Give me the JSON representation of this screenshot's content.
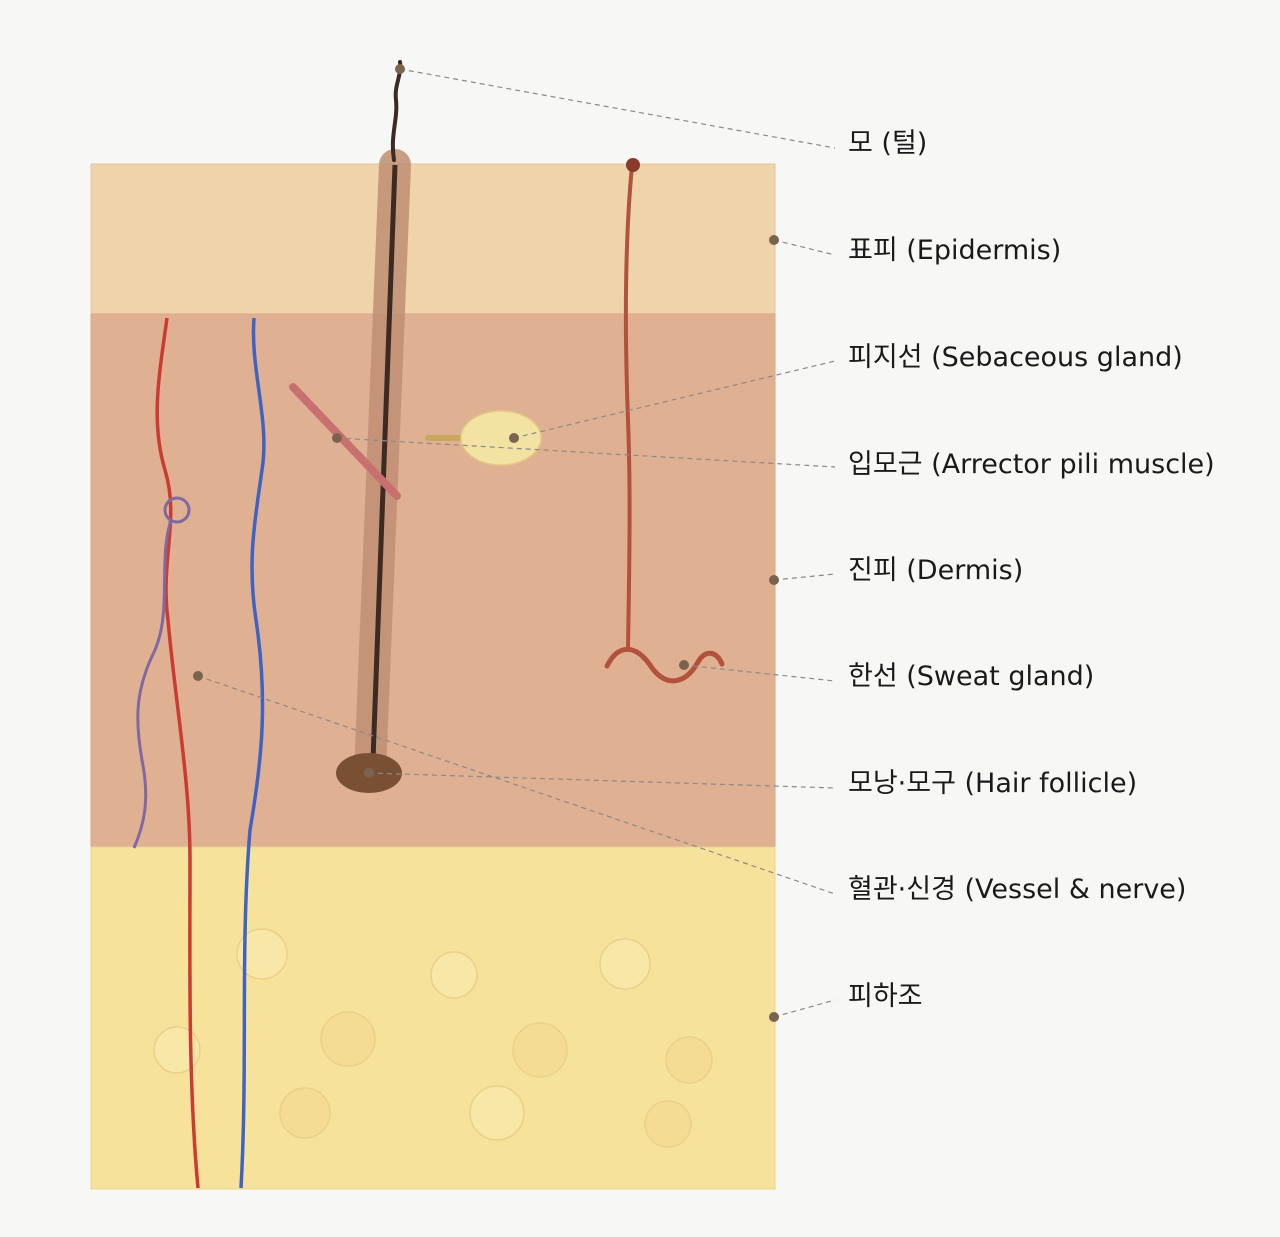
{
  "colors": {
    "background": "#f7f7f5",
    "epidermis": "#efd3aa",
    "dermis": "#e0b093",
    "subcutis": "#f6e29a",
    "fat_cell": "#f9e7a8",
    "hair": "#3d2a22",
    "hair_sheath": "#c08f74",
    "follicle_bulb": "#7a5034",
    "arrector_muscle": "#c87070",
    "sebaceous_gland": "#f3e3a2",
    "sweat_gland": "#b2523d",
    "artery": "#cc3b32",
    "vein": "#3f63c4",
    "nerve": "#8068a0",
    "leader_line": "#8a8a8a",
    "anchor_dot": "#7a6450"
  },
  "labels": [
    {
      "id": "hair",
      "text": "모 (털)"
    },
    {
      "id": "epidermis",
      "text": "표피 (Epidermis)"
    },
    {
      "id": "sebaceous",
      "text": "피지선 (Sebaceous gland)"
    },
    {
      "id": "arrector",
      "text": "입모근 (Arrector pili muscle)"
    },
    {
      "id": "dermis",
      "text": "진피 (Dermis)"
    },
    {
      "id": "sweat",
      "text": "한선 (Sweat gland)"
    },
    {
      "id": "follicle",
      "text": "모낭·모구 (Hair follicle)"
    },
    {
      "id": "vessel",
      "text": "혈관·신경 (Vessel & nerve)"
    },
    {
      "id": "subcutis",
      "text": "피하조"
    }
  ]
}
